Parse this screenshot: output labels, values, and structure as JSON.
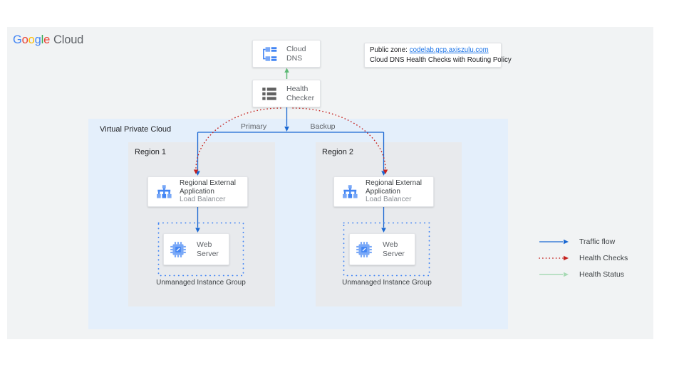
{
  "colors": {
    "traffic_flow": "#1967d2",
    "health_checks": "#c5221f",
    "health_status": "#5bb974",
    "health_status_legend": "#a8dab5",
    "link": "#1a73e8",
    "panel_bg": "#f1f3f4",
    "vpc_bg": "#e4effb",
    "region_bg": "#e8eaed",
    "icon_blue": "#4285f4",
    "icon_blue_light": "#79a8f7",
    "icon_gray": "#616161",
    "dotted_border": "#4285f4",
    "google_blue": "#4285f4",
    "google_red": "#ea4335",
    "google_yellow": "#fbbc05",
    "google_green": "#34a853"
  },
  "logo": {
    "letters": [
      "G",
      "o",
      "o",
      "g",
      "l",
      "e"
    ],
    "product": "Cloud"
  },
  "dns_note": {
    "label": "Public zone:",
    "link": "codelab.gcp.axiszulu.com",
    "line2": "Cloud DNS Health Checks with Routing Policy"
  },
  "nodes": {
    "cloud_dns": "Cloud DNS",
    "health_checker": "Health Checker",
    "load_balancer_title": "Regional External Application",
    "load_balancer_subtitle": "Load Balancer",
    "web_server": "Web Server"
  },
  "vpc": {
    "label": "Virtual Private Cloud"
  },
  "regions": [
    {
      "label": "Region 1",
      "instance_group": "Unmanaged Instance Group"
    },
    {
      "label": "Region 2",
      "instance_group": "Unmanaged Instance Group"
    }
  ],
  "edges": {
    "primary": "Primary",
    "backup": "Backup"
  },
  "legend": [
    {
      "label": "Traffic flow",
      "style": "solid-blue"
    },
    {
      "label": "Health Checks",
      "style": "dotted-red"
    },
    {
      "label": "Health Status",
      "style": "solid-green"
    }
  ]
}
